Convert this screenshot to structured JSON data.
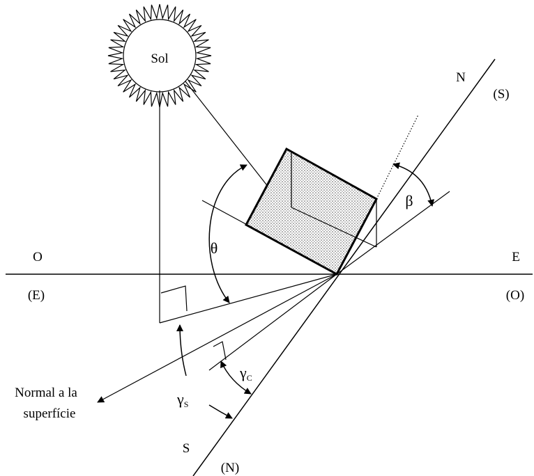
{
  "sun_label": "Sol",
  "compass": {
    "west": "O",
    "east": "E",
    "west_alt": "(E)",
    "east_alt": "(O)",
    "north": "N",
    "north_alt": "(S)",
    "south": "S",
    "south_alt": "(N)"
  },
  "angles": {
    "theta": "θ",
    "beta": "β",
    "gamma_c": "γ",
    "gamma_c_sub": "C",
    "gamma_s": "γ",
    "gamma_s_sub": "S"
  },
  "normal_label": {
    "line1": "Normal a la",
    "line2": "superfície"
  }
}
